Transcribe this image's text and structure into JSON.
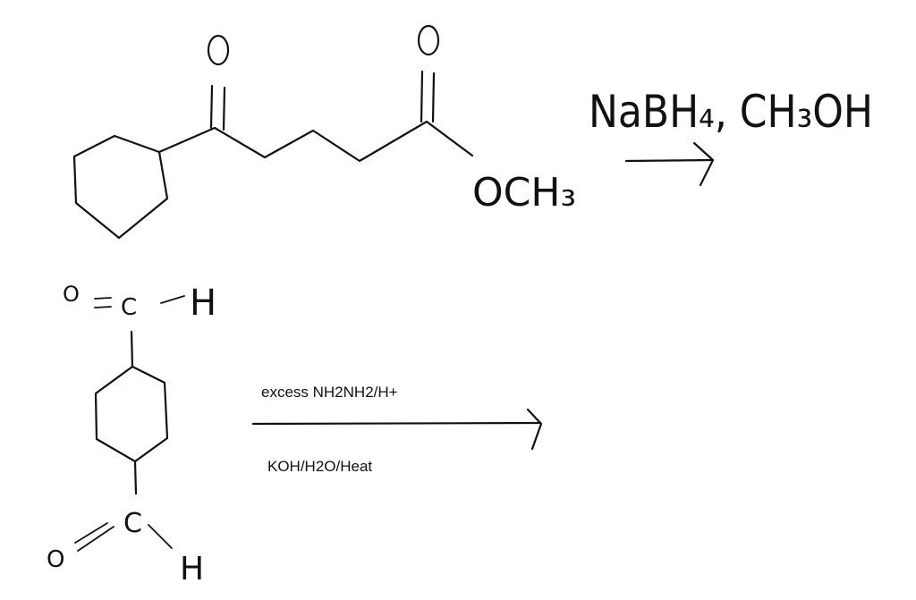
{
  "reaction1": {
    "reagents": "NaBH₄, CH₃OH",
    "atoms": {
      "ketone_oxygen": "O",
      "ester_oxygen": "O",
      "ester_group": "OCH₃"
    }
  },
  "reaction2": {
    "reagent_top": "excess NH2NH2/H+",
    "reagent_bottom": "KOH/H2O/Heat",
    "atoms": {
      "top_oxygen": "O",
      "top_carbon": "C",
      "top_hydrogen": "H",
      "bottom_carbon": "C",
      "bottom_oxygen": "O",
      "bottom_hydrogen": "H"
    }
  }
}
